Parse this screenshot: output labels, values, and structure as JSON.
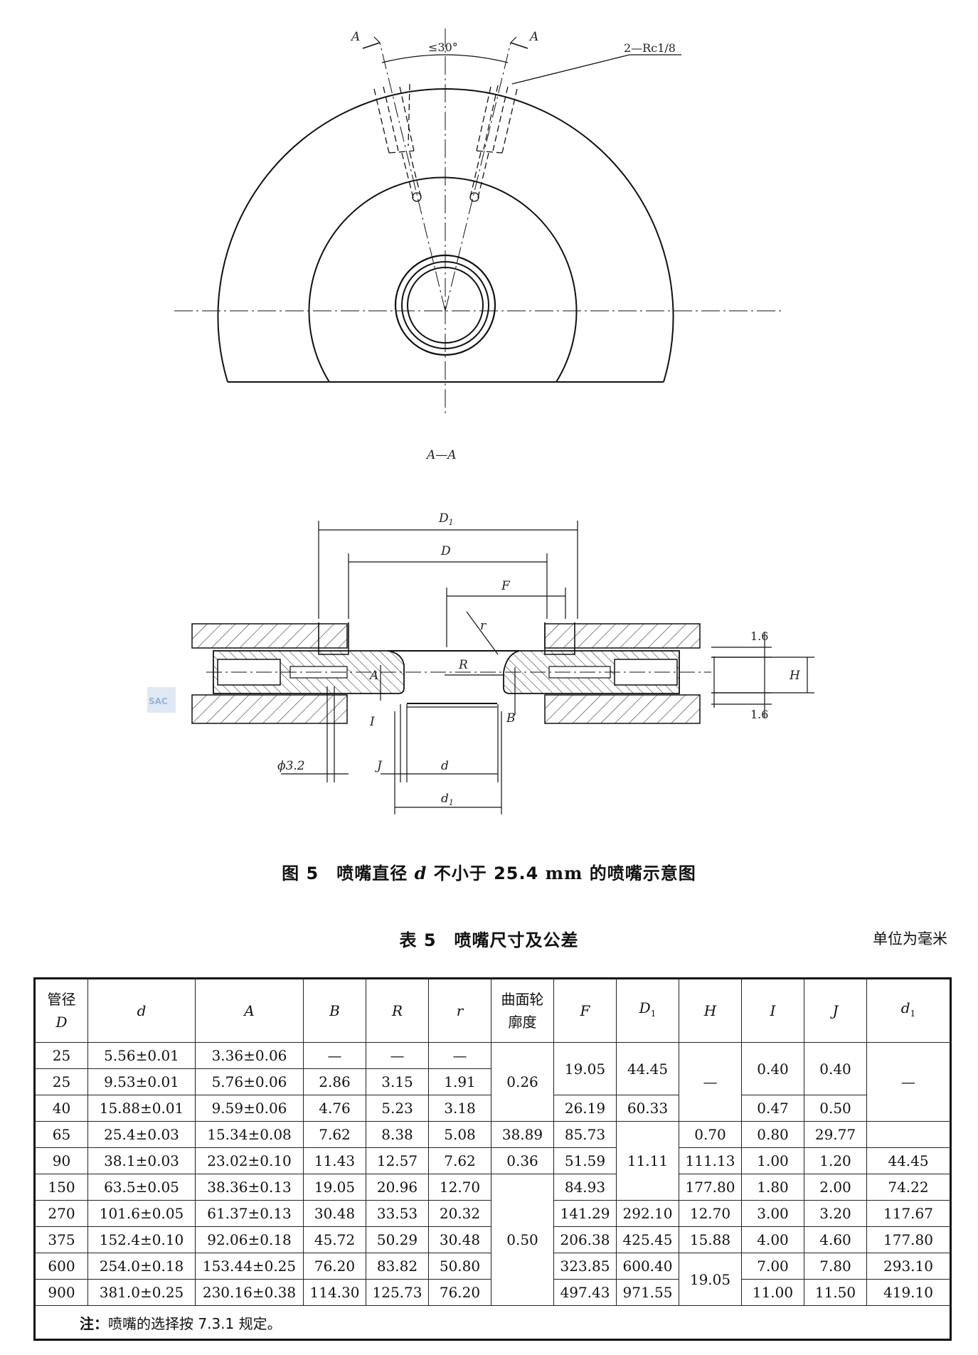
{
  "figure": {
    "labels": {
      "angle": "≤30°",
      "section_mark": "A",
      "thread": "2—Rc1/8",
      "section_title": "A—A",
      "D1": "D",
      "D1_sub": "1",
      "D": "D",
      "F": "F",
      "r": "r",
      "R": "R",
      "A": "A",
      "B": "B",
      "I": "I",
      "J": "J",
      "d": "d",
      "d1": "d",
      "d1_sub": "1",
      "H": "H",
      "t1": "1.6",
      "t2": "1.6",
      "phi": "ϕ3.2",
      "watermark": "SAC"
    },
    "caption_prefix": "图 5　喷嘴直径 ",
    "caption_var": "d",
    "caption_mid": " 不小于 25.4 ",
    "caption_unit": "mm",
    "caption_suffix": " 的喷嘴示意图"
  },
  "table": {
    "title": "表 5　喷嘴尺寸及公差",
    "unit": "单位为毫米",
    "headers": {
      "pipe_line1": "管径",
      "pipe_line2": "D",
      "d": "d",
      "A": "A",
      "B": "B",
      "R": "R",
      "r": "r",
      "profile_line1": "曲面轮",
      "profile_line2": "廓度",
      "F": "F",
      "D1": "D",
      "D1_sub": "1",
      "H": "H",
      "I": "I",
      "J": "J",
      "d1": "d",
      "d1_sub": "1"
    },
    "rows": [
      {
        "D": "25",
        "d": "5.56±0.01",
        "A": "3.36±0.06",
        "B": "—",
        "R": "—",
        "r": "—"
      },
      {
        "D": "25",
        "d": "9.53±0.01",
        "A": "5.76±0.06",
        "B": "2.86",
        "R": "3.15",
        "r": "1.91"
      },
      {
        "D": "40",
        "d": "15.88±0.01",
        "A": "9.59±0.06",
        "B": "4.76",
        "R": "5.23",
        "r": "3.18"
      },
      {
        "D": "65",
        "d": "25.4±0.03",
        "A": "15.34±0.08",
        "B": "7.62",
        "R": "8.38",
        "r": "5.08"
      },
      {
        "D": "90",
        "d": "38.1±0.03",
        "A": "23.02±0.10",
        "B": "11.43",
        "R": "12.57",
        "r": "7.62"
      },
      {
        "D": "150",
        "d": "63.5±0.05",
        "A": "38.36±0.13",
        "B": "19.05",
        "R": "20.96",
        "r": "12.70"
      },
      {
        "D": "270",
        "d": "101.6±0.05",
        "A": "61.37±0.13",
        "B": "30.48",
        "R": "33.53",
        "r": "20.32"
      },
      {
        "D": "375",
        "d": "152.4±0.10",
        "A": "92.06±0.18",
        "B": "45.72",
        "R": "50.29",
        "r": "30.48"
      },
      {
        "D": "600",
        "d": "254.0±0.18",
        "A": "153.44±0.25",
        "B": "76.20",
        "R": "83.82",
        "r": "50.80"
      },
      {
        "D": "900",
        "d": "381.0±0.25",
        "A": "230.16±0.38",
        "B": "114.30",
        "R": "125.73",
        "r": "76.20"
      }
    ],
    "profile": [
      "0.26",
      "0.36",
      "0.50"
    ],
    "F": [
      "19.05",
      "26.19",
      "38.89",
      "51.59",
      "84.93",
      "141.29",
      "206.38",
      "323.85",
      "497.43"
    ],
    "D1": [
      "44.45",
      "60.33",
      "85.73",
      "111.13",
      "177.80",
      "292.10",
      "425.45",
      "600.40",
      "971.55"
    ],
    "H": [
      "—",
      "11.11",
      "12.70",
      "15.88",
      "19.05"
    ],
    "I": [
      "0.40",
      "0.47",
      "0.70",
      "1.00",
      "1.80",
      "3.00",
      "4.00",
      "7.00",
      "11.00"
    ],
    "J": [
      "0.40",
      "0.50",
      "0.80",
      "1.20",
      "2.00",
      "3.20",
      "4.60",
      "7.80",
      "11.50"
    ],
    "d1": [
      "—",
      "29.77",
      "44.45",
      "74.22",
      "117.67",
      "177.80",
      "293.10",
      "419.10"
    ],
    "note_label": "注：",
    "note_text": "喷嘴的选择按 7.3.1 规定。"
  }
}
